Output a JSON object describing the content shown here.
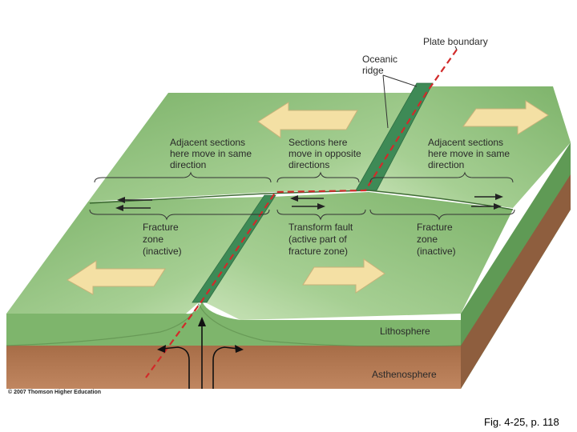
{
  "labels": {
    "plate_boundary": "Plate boundary",
    "oceanic_ridge": [
      "Oceanic",
      "ridge"
    ],
    "adjacent_left": [
      "Adjacent sections",
      "here move in same",
      "direction"
    ],
    "sections_middle": [
      "Sections here",
      "move in opposite",
      "directions"
    ],
    "adjacent_right": [
      "Adjacent sections",
      "here move in same",
      "direction"
    ],
    "fracture_left": [
      "Fracture",
      "zone",
      "(inactive)"
    ],
    "transform_fault": [
      "Transform fault",
      "(active part of",
      "fracture zone)"
    ],
    "fracture_right": [
      "Fracture",
      "zone",
      "(inactive)"
    ],
    "lithosphere": "Lithosphere",
    "asthenosphere": "Asthenosphere"
  },
  "credit": "© 2007 Thomson Higher Education",
  "figure_ref": "Fig. 4-25, p. 118",
  "colors": {
    "plate_top": "#8fbf7d",
    "plate_front": "#7eb56c",
    "plate_side": "#5f9a55",
    "ridge": "#3e8a56",
    "asthenosphere": "#b0764f",
    "boundary_dash": "#d12a2a",
    "motion_arrow": "#f4e0a4"
  }
}
